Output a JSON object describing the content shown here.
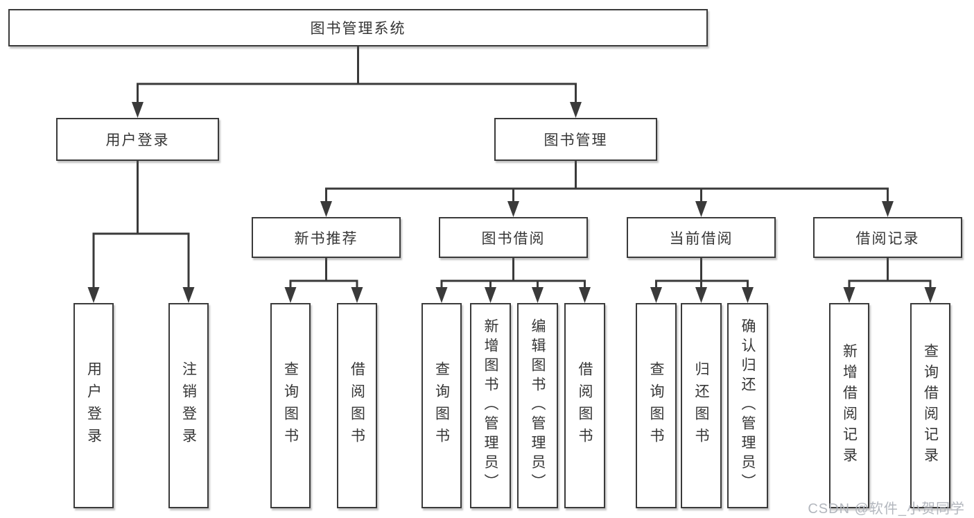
{
  "diagram_title": "图书管理系统",
  "nodes": {
    "root": {
      "label": "图书管理系统"
    },
    "user_login": {
      "label": "用户登录"
    },
    "book_mgmt": {
      "label": "图书管理"
    },
    "new_book_rec": {
      "label": "新书推荐"
    },
    "book_borrow": {
      "label": "图书借阅"
    },
    "current_borrow": {
      "label": "当前借阅"
    },
    "borrow_record": {
      "label": "借阅记录"
    },
    "leaf_user_login": {
      "label": "用户登录"
    },
    "leaf_logout": {
      "label": "注销登录"
    },
    "leaf_nb_query": {
      "label": "查询图书"
    },
    "leaf_nb_borrow": {
      "label": "借阅图书"
    },
    "leaf_bb_query": {
      "label": "查询图书"
    },
    "leaf_bb_add": {
      "label": "新增图书（管理员）"
    },
    "leaf_bb_edit": {
      "label": "编辑图书（管理员）"
    },
    "leaf_bb_borrow": {
      "label": "借阅图书"
    },
    "leaf_cb_query": {
      "label": "查询图书"
    },
    "leaf_cb_return": {
      "label": "归还图书"
    },
    "leaf_cb_confirm": {
      "label": "确认归还（管理员）"
    },
    "leaf_br_add": {
      "label": "新增借阅记录"
    },
    "leaf_br_query": {
      "label": "查询借阅记录"
    }
  },
  "watermark": {
    "text": "CSDN @软件_小贺同学"
  },
  "colors": {
    "line": "#3a3a3a",
    "text": "#363636",
    "watermark": "#afb3ba",
    "background": "#ffffff"
  }
}
